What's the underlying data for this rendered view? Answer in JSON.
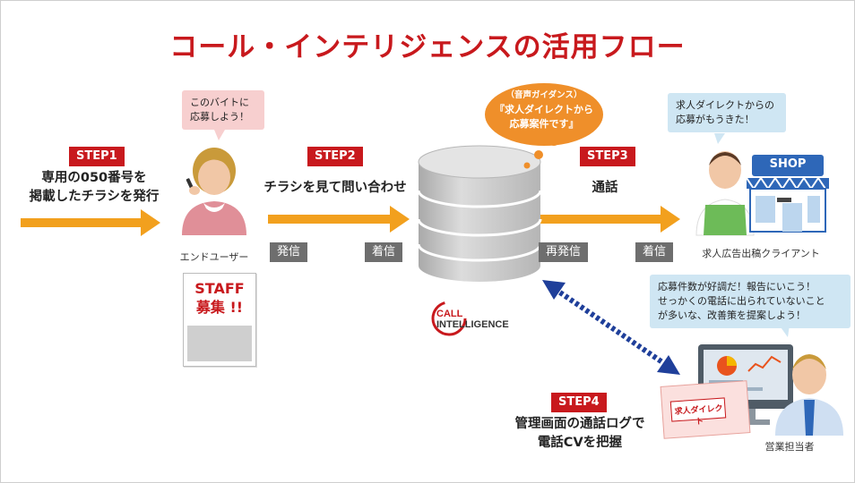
{
  "title": "コール・インテリジェンスの活用フロー",
  "step1": {
    "label": "STEP1",
    "text_line1": "専用の050番号を",
    "text_line2": "掲載したチラシを発行"
  },
  "step2": {
    "label": "STEP2",
    "text": "チラシを見て問い合わせ"
  },
  "step3": {
    "label": "STEP3",
    "text": "通話"
  },
  "step4": {
    "label": "STEP4",
    "text_line1": "管理画面の通話ログで",
    "text_line2": "電話CVを把握"
  },
  "end_user": {
    "bubble_line1": "このバイトに",
    "bubble_line2": "応募しよう！",
    "caption": "エンドユーザー"
  },
  "flyer": {
    "line1": "STAFF",
    "line2": "募集 !!"
  },
  "tags": {
    "send": "発信",
    "receive1": "着信",
    "resend": "再発信",
    "receive2": "着信"
  },
  "guidance": {
    "line1": "（音声ガイダンス）",
    "line2": "『求人ダイレクトから",
    "line3": "応募案件です』"
  },
  "client": {
    "bubble_line1": "求人ダイレクトからの",
    "bubble_line2": "応募がもうきた！",
    "shop_sign": "SHOP",
    "caption": "求人広告出稿クライアント"
  },
  "sales": {
    "bubble_line1": "応募件数が好調だ！報告にいこう！",
    "bubble_line2": "せっかくの電話に出られていないこと",
    "bubble_line3": "が多いな、改善策を提案しよう！",
    "caption": "営業担当者",
    "paper_logo": "求人ダイレクト"
  },
  "logo": {
    "line1": "CALL",
    "line2": "INTELLIGENCE"
  },
  "colors": {
    "accent_red": "#c8191d",
    "arrow_orange": "#f2a01e",
    "dashed_blue": "#1f3f9a",
    "tag_gray": "#6e6e6e",
    "db_gray": "#c7c7c7"
  }
}
